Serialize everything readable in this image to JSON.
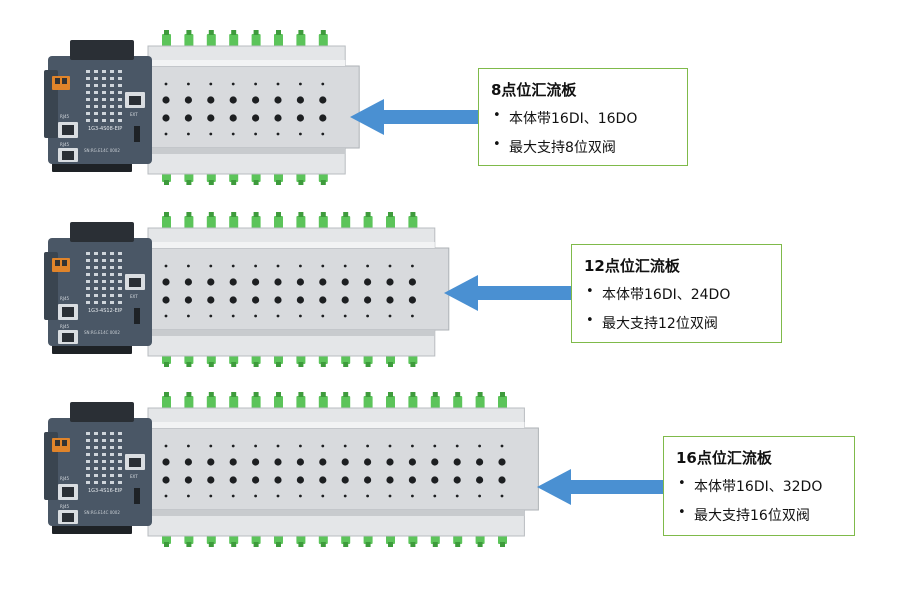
{
  "products": [
    {
      "title": "8点位汇流板",
      "bullets": [
        "本体带16DI、16DO",
        "最大支持8位双阀"
      ],
      "module_label": "1G3-4S08-EIP",
      "valve_positions": 8
    },
    {
      "title": "12点位汇流板",
      "bullets": [
        "本体带16DI、24DO",
        "最大支持12位双阀"
      ],
      "module_label": "1G3-4S12-EIP",
      "valve_positions": 12
    },
    {
      "title": "16点位汇流板",
      "bullets": [
        "本体带16DI、32DO",
        "最大支持16位双阀"
      ],
      "module_label": "1G3-4S16-EIP",
      "valve_positions": 16
    }
  ],
  "module_text": {
    "ext": "EXT",
    "rj45_top": "RJ45",
    "rj45_bottom": "RJ45",
    "sn": "SN:RG.E14C 0002"
  },
  "colors": {
    "callout_border": "#7fba4a",
    "arrow": "#4a90d2",
    "connector_green": "#5cc45a",
    "module_body": "#4a5766",
    "rail": "#d8dadd"
  }
}
